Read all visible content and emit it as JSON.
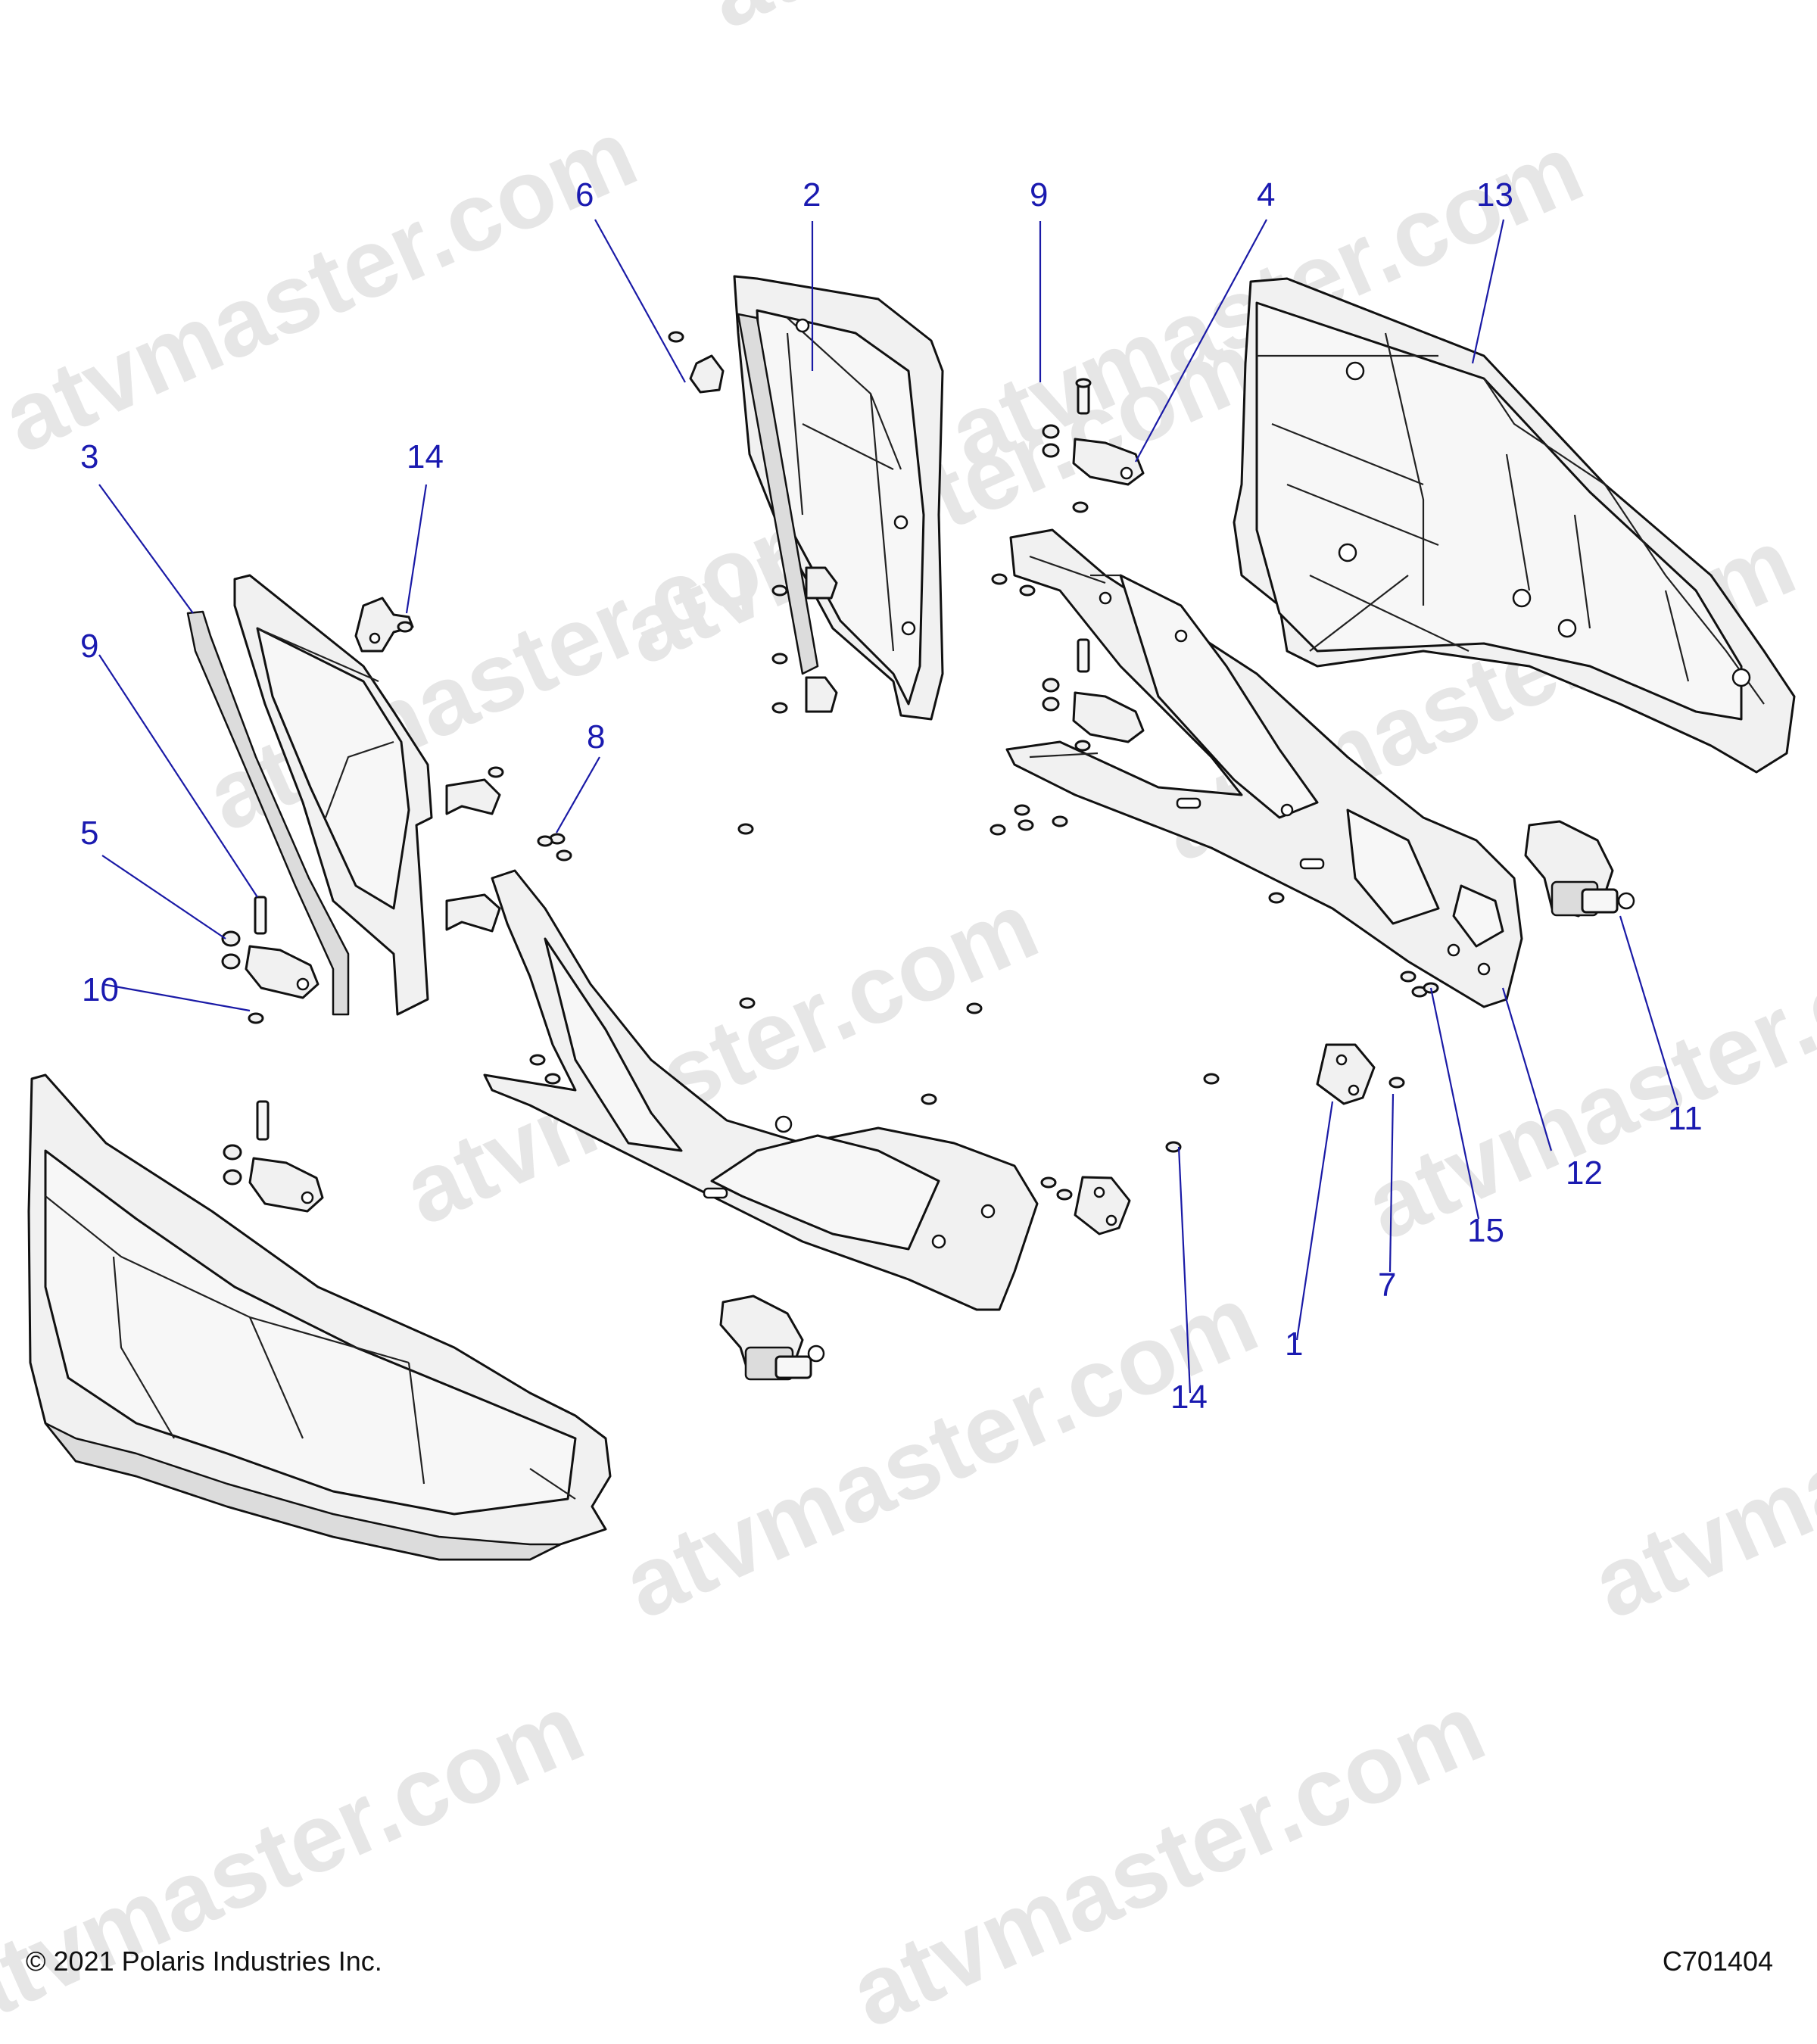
{
  "watermark": "atvmaster.com",
  "callouts": {
    "c1": "1",
    "c2": "2",
    "c3": "3",
    "c4": "4",
    "c5": "5",
    "c6": "6",
    "c7": "7",
    "c8": "8",
    "c9a": "9",
    "c9b": "9",
    "c10": "10",
    "c11": "11",
    "c12": "12",
    "c13": "13",
    "c14a": "14",
    "c14b": "14",
    "c15": "15"
  },
  "footer": {
    "copyright": "© 2021 Polaris Industries Inc.",
    "drawing_id": "C701404"
  },
  "colors": {
    "callout": "#1a1ab0",
    "watermark": "#e6e6e6"
  }
}
